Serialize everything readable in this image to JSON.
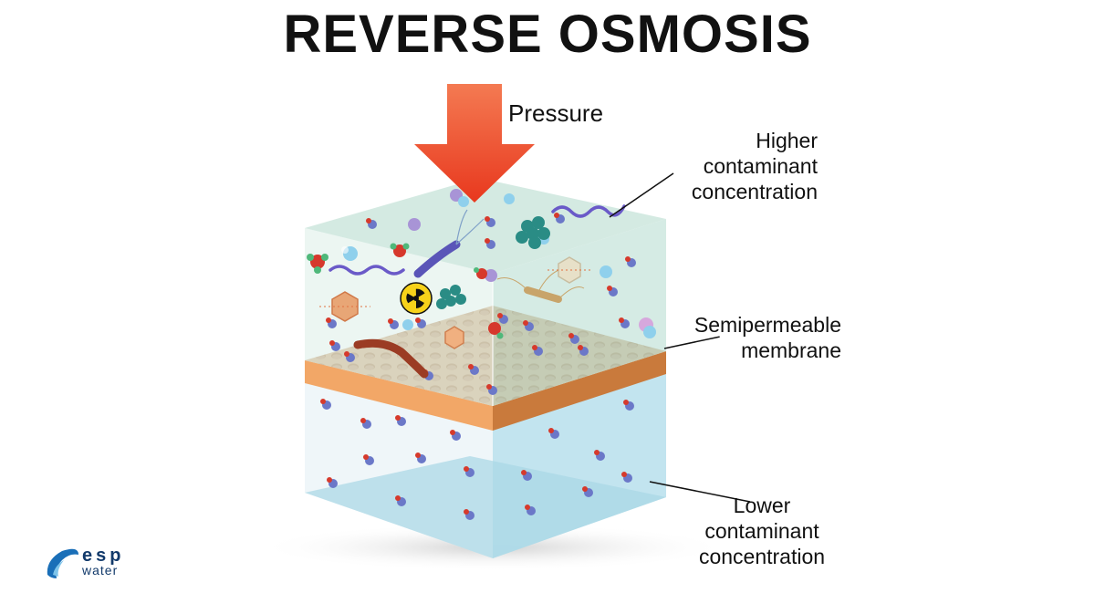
{
  "title": "REVERSE OSMOSIS",
  "labels": {
    "pressure": "Pressure",
    "higher": [
      "Higher",
      "contaminant",
      "concentration"
    ],
    "membrane": [
      "Semipermeable",
      "membrane"
    ],
    "lower": [
      "Lower",
      "contaminant",
      "concentration"
    ]
  },
  "logo": {
    "brand": "esp",
    "sub": "water"
  },
  "icons": [
    "pressure-arrow-icon",
    "radioactive-icon",
    "bacteria-icon",
    "virus-icon",
    "water-molecule-icon",
    "droplet-logo-icon"
  ],
  "colors": {
    "arrow": "#ef4a2a",
    "membrane": "#f0a060",
    "top_water": "#cbe6dc",
    "bottom_water": "#c7e6ef",
    "radioactive": "#f7d21a"
  }
}
